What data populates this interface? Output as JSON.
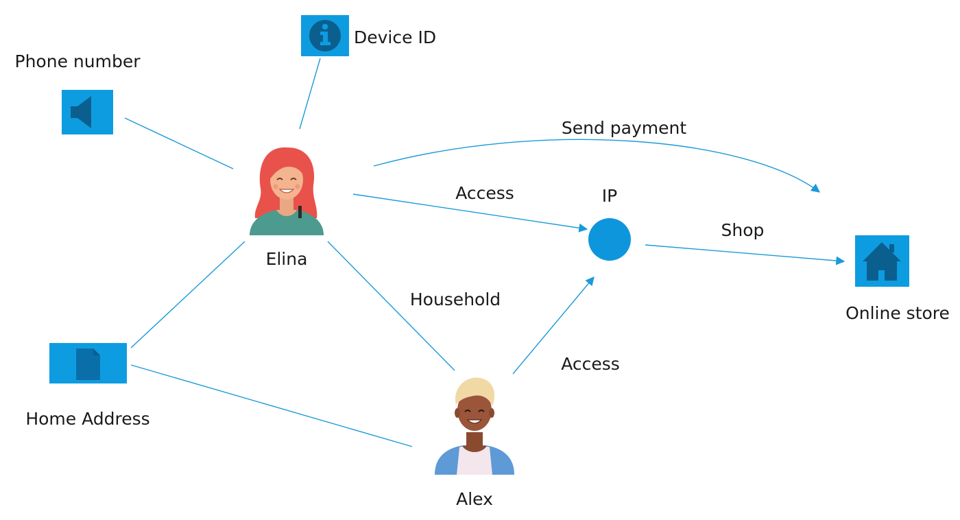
{
  "colors": {
    "edge": "#1a9ad9",
    "icon_box": "#0e9ce0",
    "icon_glyph": "#0a5f8f",
    "ip_node": "#0e96dc",
    "text": "#1a1a1a"
  },
  "nodes": {
    "phone": {
      "label": "Phone number",
      "icon": "speaker-icon"
    },
    "device": {
      "label": "Device ID",
      "icon": "info-icon"
    },
    "elina": {
      "label": "Elina",
      "icon": "woman-avatar-icon"
    },
    "ip": {
      "label": "IP",
      "icon": "circle-node"
    },
    "store": {
      "label": "Online store",
      "icon": "house-icon"
    },
    "home": {
      "label": "Home Address",
      "icon": "document-icon"
    },
    "alex": {
      "label": "Alex",
      "icon": "man-avatar-icon"
    }
  },
  "edges": {
    "send_payment": {
      "label": "Send payment"
    },
    "elina_access": {
      "label": "Access"
    },
    "shop": {
      "label": "Shop"
    },
    "household": {
      "label": "Household"
    },
    "alex_access": {
      "label": "Access"
    }
  }
}
